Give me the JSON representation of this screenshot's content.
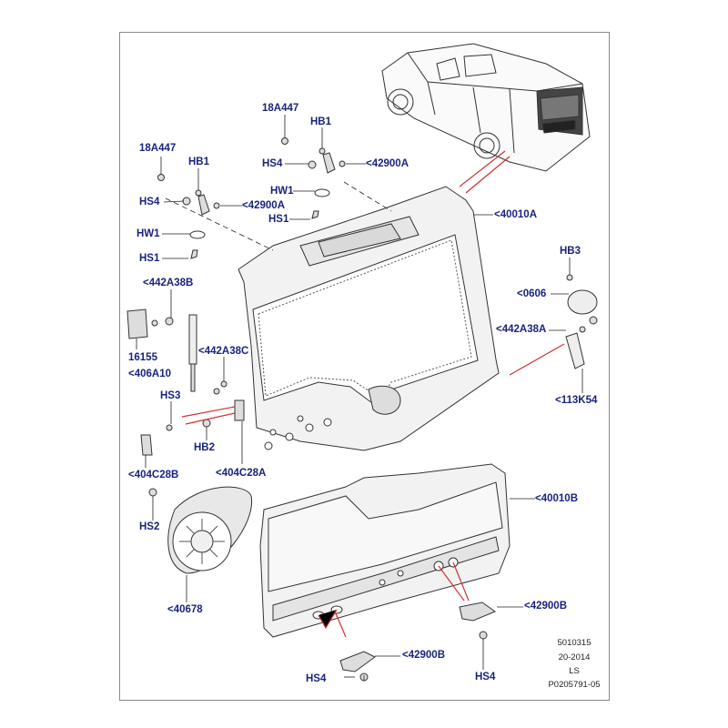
{
  "labels": {
    "l18a447_top": "18A447",
    "hb1_top": "HB1",
    "hs4_top": "HS4",
    "p42900a_top": "<42900A",
    "hw1_top": "HW1",
    "hs1_top": "HS1",
    "l18a447_left": "18A447",
    "hb1_left": "HB1",
    "hs4_left": "HS4",
    "p42900a_left": "<42900A",
    "hw1_left": "HW1",
    "hs1_left": "HS1",
    "p40010a": "<40010A",
    "p442a38b": "<442A38B",
    "p16155": "16155",
    "p406a10": "<406A10",
    "p442a38c": "<442A38C",
    "hs3": "HS3",
    "hb2": "HB2",
    "p404c28b": "<404C28B",
    "p404c28a": "<404C28A",
    "hb3": "HB3",
    "p0606": "<0606",
    "p442a38a": "<442A38A",
    "p113k54": "<113K54",
    "p40010b": "<40010B",
    "hs2": "HS2",
    "p40678": "<40678",
    "p42900b_right": "<42900B",
    "hs4_right": "HS4",
    "p42900b_bottom": "<42900B",
    "hs4_bottom": "HS4"
  },
  "meta": {
    "line1": "5010315",
    "line2": "20-2014",
    "line3": "LS",
    "line4": "P0205791-05"
  },
  "colors": {
    "label": "#1a237e",
    "line": "#222222",
    "callout": "#d32f2f",
    "frame": "#8a8a8a"
  }
}
